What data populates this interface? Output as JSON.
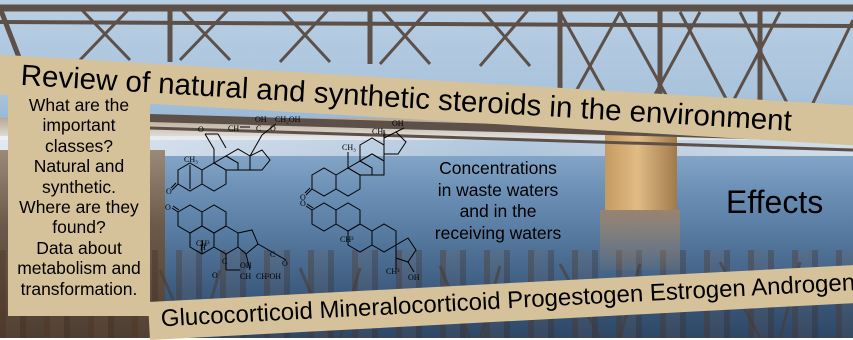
{
  "title": "Review of natural and synthetic steroids in the environment",
  "left_panel": {
    "lines": [
      "What are the",
      "important",
      "classes?",
      "Natural and",
      "synthetic.",
      "Where are they",
      "found?",
      "Data about",
      "metabolism and",
      "transformation."
    ]
  },
  "concentrations": {
    "lines": [
      "Concentrations",
      "in waste waters",
      "and in the",
      "receiving waters"
    ]
  },
  "effects": "Effects",
  "classes_band": "Glucocorticoid Mineralocorticoid Progestogen Estrogen Androgen",
  "molecule_labels": {
    "oh": "OH",
    "ch2oh": "CH₂OH",
    "ch3": "CH₃",
    "ch2oh_alt": "CH²OH",
    "ch3_alt": "CH³",
    "ch": "CH",
    "c": "C",
    "o": "O",
    "h": "H"
  },
  "colors": {
    "band": "#d6c29a",
    "text": "#000000",
    "water": "#56799f",
    "bridge": "#5c5048"
  }
}
